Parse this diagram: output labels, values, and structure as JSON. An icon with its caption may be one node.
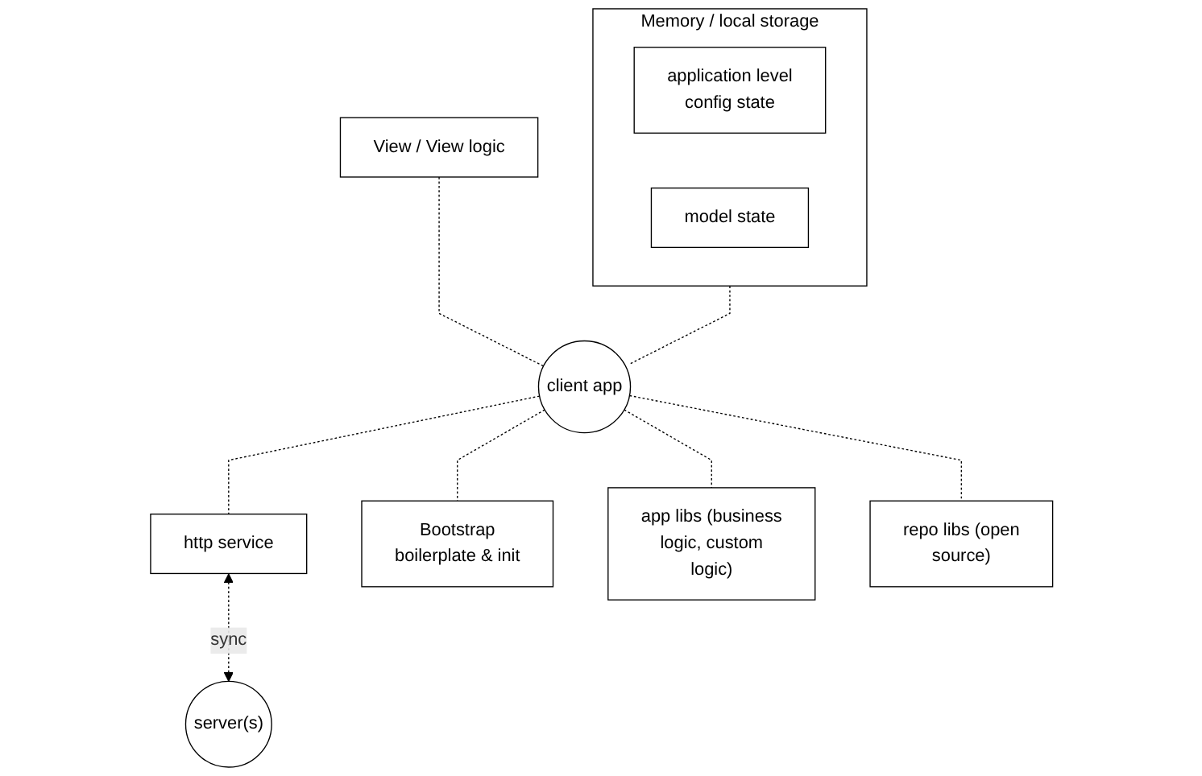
{
  "diagram": {
    "nodes": [
      {
        "text": [
          "Memory / local storage"
        ]
      },
      {
        "text": [
          "application level config state"
        ],
        "in": 0
      },
      {
        "text": [
          "model state"
        ],
        "in": 0
      },
      {
        "text": [
          "View / View logic"
        ]
      },
      {
        "text": [
          "client app"
        ]
      },
      {
        "text": [
          "http service"
        ]
      },
      {
        "text": [
          "server(s)"
        ]
      },
      {
        "text": [
          "Bootstrap boilerplate & init"
        ]
      },
      {
        "text": [
          "app libs (business logic, custom logic)"
        ]
      },
      {
        "text": [
          "repo libs (open source)"
        ]
      }
    ],
    "edges": [
      {
        "from": 0,
        "to": 4,
        "arrow": "none",
        "style": "dashed"
      },
      {
        "from": 3,
        "to": 4,
        "arrow": "none",
        "style": "dashed"
      },
      {
        "from": 4,
        "to": 5,
        "arrow": "none",
        "style": "dashed"
      },
      {
        "from": 5,
        "to": 6,
        "arrow": "both",
        "style": "dashed",
        "label": "sync"
      },
      {
        "from": 4,
        "to": 7,
        "arrow": "none",
        "style": "dashed"
      },
      {
        "from": 4,
        "to": 8,
        "arrow": "none",
        "style": "dashed"
      },
      {
        "from": 4,
        "to": 9,
        "arrow": "none",
        "style": "dashed"
      }
    ]
  }
}
